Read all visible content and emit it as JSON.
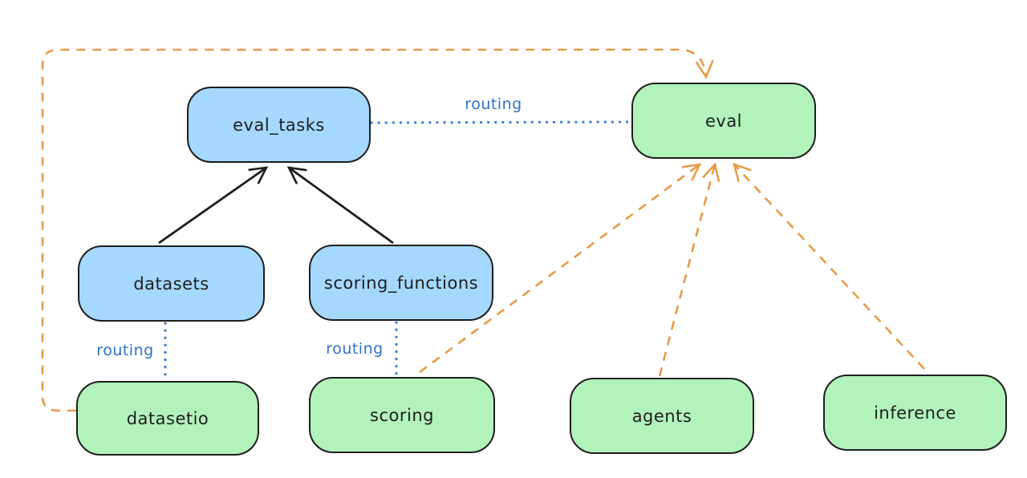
{
  "diagram": {
    "title": "",
    "nodes": [
      {
        "id": "eval_tasks",
        "label": "eval_tasks",
        "kind": "registry",
        "fill": "#a5d8ff"
      },
      {
        "id": "eval",
        "label": "eval",
        "kind": "api",
        "fill": "#b2f2bb"
      },
      {
        "id": "datasets",
        "label": "datasets",
        "kind": "registry",
        "fill": "#a5d8ff"
      },
      {
        "id": "scoring_functions",
        "label": "scoring_functions",
        "kind": "registry",
        "fill": "#a5d8ff"
      },
      {
        "id": "datasetio",
        "label": "datasetio",
        "kind": "api",
        "fill": "#b2f2bb"
      },
      {
        "id": "scoring",
        "label": "scoring",
        "kind": "api",
        "fill": "#b2f2bb"
      },
      {
        "id": "agents",
        "label": "agents",
        "kind": "api",
        "fill": "#b2f2bb"
      },
      {
        "id": "inference",
        "label": "inference",
        "kind": "api",
        "fill": "#b2f2bb"
      }
    ],
    "edges": [
      {
        "from": "datasets",
        "to": "eval_tasks",
        "style": "solid-arrow",
        "color": "#1e1e1e",
        "label": ""
      },
      {
        "from": "scoring_functions",
        "to": "eval_tasks",
        "style": "solid-arrow",
        "color": "#1e1e1e",
        "label": ""
      },
      {
        "from": "eval_tasks",
        "to": "eval",
        "style": "dotted-line",
        "color": "#3b7ed0",
        "label": "routing"
      },
      {
        "from": "datasets",
        "to": "datasetio",
        "style": "dotted-line",
        "color": "#3b7ed0",
        "label": "routing"
      },
      {
        "from": "scoring_functions",
        "to": "scoring",
        "style": "dotted-line",
        "color": "#3b7ed0",
        "label": "routing"
      },
      {
        "from": "datasetio",
        "to": "eval",
        "style": "dashed-arrow",
        "color": "#e89a44",
        "label": ""
      },
      {
        "from": "scoring",
        "to": "eval",
        "style": "dashed-arrow",
        "color": "#e89a44",
        "label": ""
      },
      {
        "from": "agents",
        "to": "eval",
        "style": "dashed-arrow",
        "color": "#e89a44",
        "label": ""
      },
      {
        "from": "inference",
        "to": "eval",
        "style": "dashed-arrow",
        "color": "#e89a44",
        "label": ""
      }
    ],
    "colors": {
      "background": "#ffffff",
      "node_stroke": "#1e1e1e",
      "blue_fill": "#a5d8ff",
      "green_fill": "#b2f2bb",
      "orange_edge": "#e89a44",
      "blue_edge": "#3b7ed0",
      "edge_label_text": "#2e72c6"
    }
  }
}
